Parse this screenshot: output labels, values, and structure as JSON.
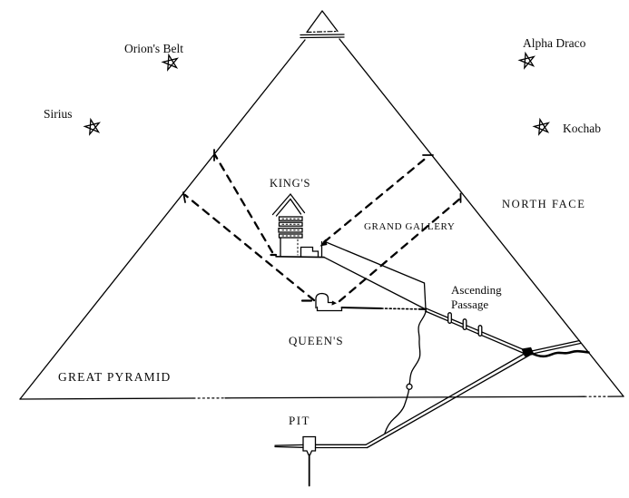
{
  "diagram": {
    "background_color": "#ffffff",
    "line_color": "#000000",
    "labels": {
      "orions_belt": "Orion's Belt",
      "sirius": "Sirius",
      "alpha_draco": "Alpha Draco",
      "kochab": "Kochab",
      "kings_chamber": "KING'S",
      "north_face": "NORTH FACE",
      "grand_gallery": "GRAND GALLERY",
      "queens_chamber": "QUEEN'S",
      "ascending_passage": "Ascending Passage",
      "great_pyramid": "GREAT PYRAMID",
      "pit": "PIT"
    }
  }
}
